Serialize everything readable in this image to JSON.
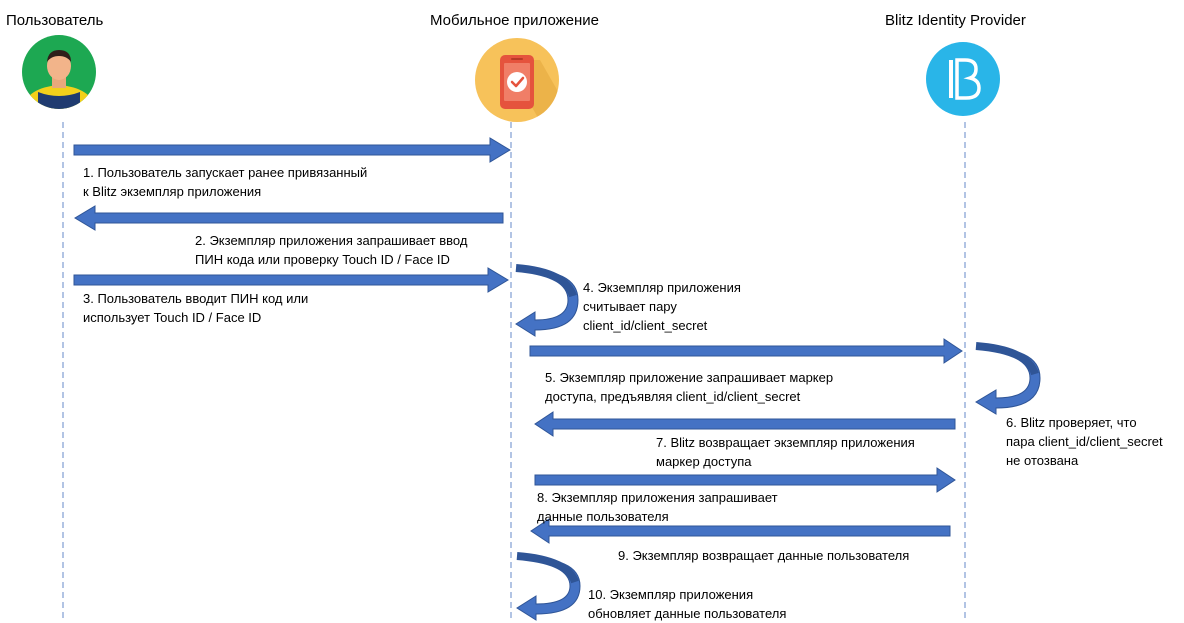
{
  "actors": {
    "user": {
      "label": "Пользователь",
      "icon": "user-avatar-icon"
    },
    "app": {
      "label": "Мобильное приложение",
      "icon": "mobile-app-check-icon"
    },
    "idp": {
      "label": "Blitz Identity Provider",
      "icon": "blitz-logo-icon"
    }
  },
  "steps": [
    {
      "lines": [
        "1. Пользователь запускает ранее привязанный",
        "к Blitz экземпляр приложения"
      ]
    },
    {
      "lines": [
        "2. Экземпляр приложения запрашивает ввод",
        "ПИН кода или проверку Touch ID / Face ID"
      ]
    },
    {
      "lines": [
        "3. Пользователь вводит ПИН код или",
        "использует Touch ID / Face ID"
      ]
    },
    {
      "lines": [
        "4. Экземпляр приложения",
        "считывает пару",
        "client_id/client_secret"
      ]
    },
    {
      "lines": [
        "5. Экземпляр приложение запрашивает маркер",
        "доступа, предъявляя client_id/client_secret"
      ]
    },
    {
      "lines": [
        "6. Blitz проверяет, что",
        "пара  client_id/client_secret",
        "не отозвана"
      ]
    },
    {
      "lines": [
        "7. Blitz возвращает экземпляр приложения",
        "маркер доступа"
      ]
    },
    {
      "lines": [
        "8. Экземпляр приложения запрашивает",
        "данные пользователя"
      ]
    },
    {
      "lines": [
        "9. Экземпляр возвращает данные пользователя"
      ]
    },
    {
      "lines": [
        "10. Экземпляр приложения",
        "обновляет данные пользователя"
      ]
    }
  ],
  "colors": {
    "arrow": "#4472C4",
    "arrow_edge": "#2F5597",
    "lifeline": "#7F9DD1",
    "user_circle": "#1DA852",
    "user_shirt": "#F2D01B",
    "app_circle": "#F7C25A",
    "app_phone": "#E5533D",
    "idp_circle": "#29B5E8"
  }
}
